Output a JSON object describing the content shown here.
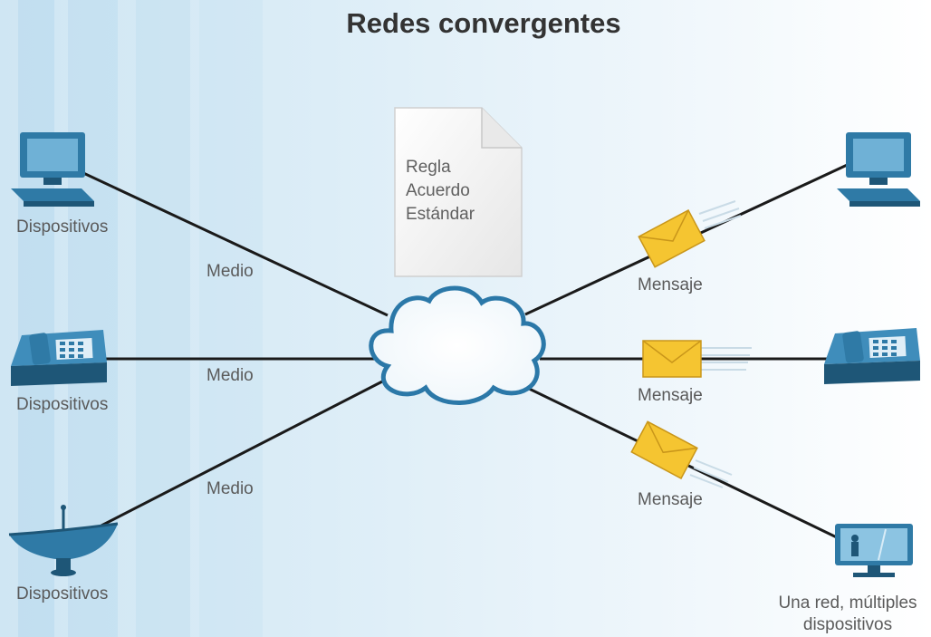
{
  "title": "Redes convergentes",
  "document": {
    "lines": [
      "Regla",
      "Acuerdo",
      "Estándar"
    ]
  },
  "devices_left": [
    {
      "icon": "computer-icon",
      "label": "Dispositivos",
      "link_label": "Medio"
    },
    {
      "icon": "telephone-icon",
      "label": "Dispositivos",
      "link_label": "Medio"
    },
    {
      "icon": "satellite-dish-icon",
      "label": "Dispositivos",
      "link_label": "Medio"
    }
  ],
  "devices_right": [
    {
      "icon": "computer-icon",
      "link_label": "Mensaje"
    },
    {
      "icon": "telephone-icon",
      "link_label": "Mensaje"
    },
    {
      "icon": "television-icon",
      "link_label": "Mensaje"
    }
  ],
  "right_caption": [
    "Una red, múltiples",
    "dispositivos"
  ],
  "colors": {
    "device": "#2f7aa6",
    "device_dark": "#1e5677",
    "envelope": "#f5c531",
    "cloud_edge": "#2b78a8",
    "link": "#1a1a1a"
  }
}
